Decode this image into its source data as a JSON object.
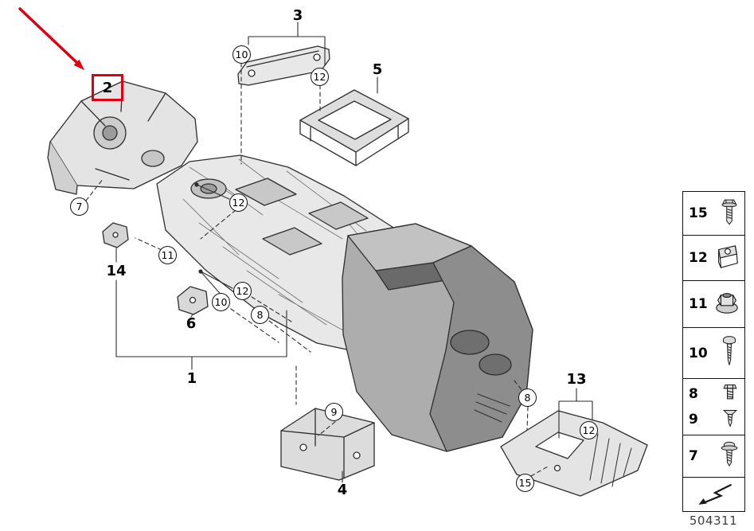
{
  "part_code": "504311",
  "highlight": {
    "label": "2",
    "color": "#dc0012"
  },
  "plain_labels": [
    {
      "text": "3"
    },
    {
      "text": "5"
    },
    {
      "text": "14"
    },
    {
      "text": "6"
    },
    {
      "text": "1"
    },
    {
      "text": "4"
    },
    {
      "text": "13"
    }
  ],
  "callouts": [
    {
      "text": "10"
    },
    {
      "text": "12"
    },
    {
      "text": "7"
    },
    {
      "text": "12"
    },
    {
      "text": "11"
    },
    {
      "text": "12"
    },
    {
      "text": "10"
    },
    {
      "text": "8"
    },
    {
      "text": "9"
    },
    {
      "text": "8"
    },
    {
      "text": "12"
    },
    {
      "text": "15"
    }
  ],
  "legend": {
    "rows": [
      {
        "label": "15",
        "icon": "hex-head-screw"
      },
      {
        "label": "12",
        "icon": "clip-nut"
      },
      {
        "label": "11",
        "icon": "flange-nut"
      },
      {
        "label": "10",
        "icon": "self-tapping-screw"
      },
      {
        "label": "8",
        "icon": "hex-bolt",
        "label2": "9",
        "icon2": "countersunk-screw"
      },
      {
        "label": "7",
        "icon": "screw-with-washer"
      },
      {
        "icon": "direction-arrow"
      }
    ]
  }
}
